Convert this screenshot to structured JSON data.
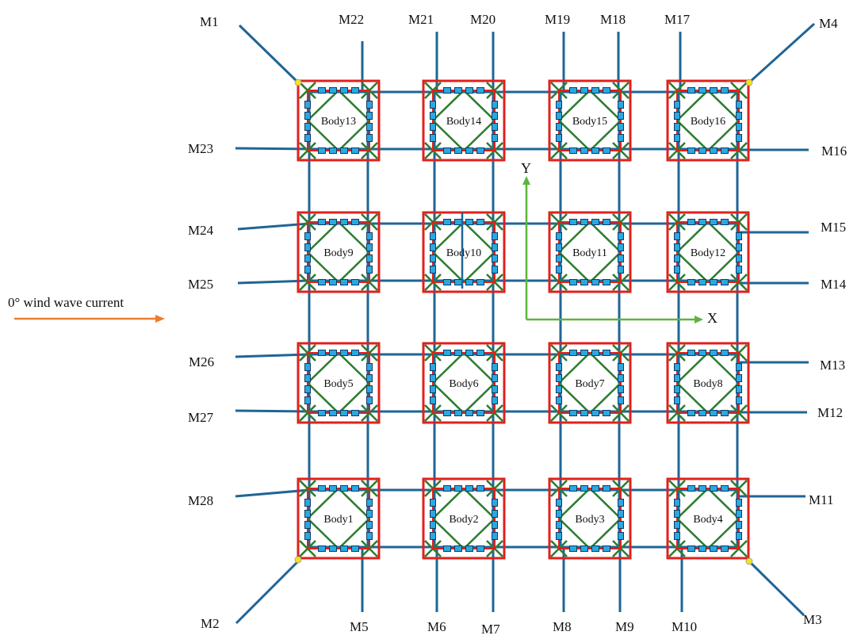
{
  "colors": {
    "mooring_line": "#1f6596",
    "body_frame": "#e0201c",
    "brace": "#2e7d32",
    "float_block": "#2aa8e0",
    "axis": "#5cb53a",
    "current_arrow": "#ed7d31",
    "fairlead": "#f5e31a"
  },
  "icons": {
    "axis-arrow": "green-arrowhead",
    "current-arrow": "orange-arrowhead",
    "fairlead": "yellow-dot"
  },
  "current_label": "0°  wind wave current",
  "axes": {
    "x_label": "X",
    "y_label": "Y"
  },
  "bodies": [
    "Body1",
    "Body2",
    "Body3",
    "Body4",
    "Body5",
    "Body6",
    "Body7",
    "Body8",
    "Body9",
    "Body10",
    "Body11",
    "Body12",
    "Body13",
    "Body14",
    "Body15",
    "Body16"
  ],
  "mooring_labels": {
    "M1": "M1",
    "M2": "M2",
    "M3": "M3",
    "M4": "M4",
    "M5": "M5",
    "M6": "M6",
    "M7": "M7",
    "M8": "M8",
    "M9": "M9",
    "M10": "M10",
    "M11": "M11",
    "M12": "M12",
    "M13": "M13",
    "M14": "M14",
    "M15": "M15",
    "M16": "M16",
    "M17": "M17",
    "M18": "M18",
    "M19": "M19",
    "M20": "M20",
    "M21": "M21",
    "M22": "M22",
    "M23": "M23",
    "M24": "M24",
    "M25": "M25",
    "M26": "M26",
    "M27": "M27",
    "M28": "M28"
  }
}
